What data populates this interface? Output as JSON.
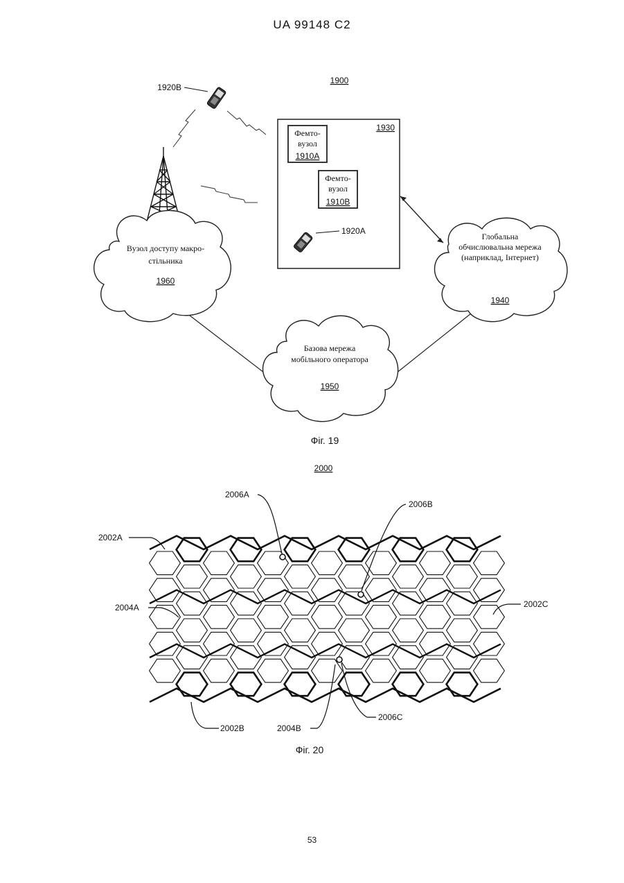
{
  "header": {
    "text": "UA   99148   C2"
  },
  "page_number": "53",
  "fig19": {
    "ref": "1900",
    "caption": "Фіг. 19",
    "phone_b_label": "1920B",
    "phone_a_label": "1920A",
    "femto_area_label": "1930",
    "femto_a": {
      "line1": "Фемто-",
      "line2": "вузол",
      "ref": "1910A"
    },
    "femto_b": {
      "line1": "Фемто-",
      "line2": "вузол",
      "ref": "1910B"
    },
    "macro": {
      "line1": "Вузол доступу макро-",
      "line2": "стільника",
      "ref": "1960"
    },
    "internet": {
      "line1": "Глобальна",
      "line2": "обчислювальна мережа",
      "line3": "(наприклад, Інтернет)",
      "ref": "1940"
    },
    "core": {
      "line1": "Базова мережа",
      "line2": "мобільного оператора",
      "ref": "1950"
    }
  },
  "fig20": {
    "ref": "2000",
    "caption": "Фіг. 20",
    "labels": {
      "l2006A": "2006A",
      "l2006B": "2006B",
      "l2002A": "2002A",
      "l2004A": "2004A",
      "l2002C": "2002C",
      "l2002B": "2002B",
      "l2004B": "2004B",
      "l2006C": "2006C"
    }
  }
}
